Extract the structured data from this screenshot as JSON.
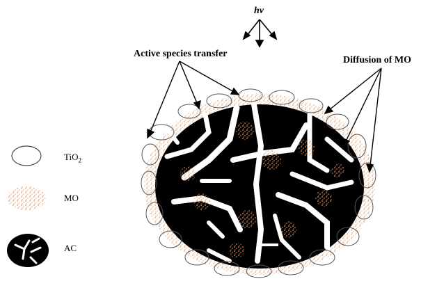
{
  "labels": {
    "light": "hv",
    "active_species": "Active species transfer",
    "diffusion": "Diffusion of MO"
  },
  "legend": {
    "tio2": {
      "text": "TiO",
      "subscript": "2"
    },
    "mo": {
      "text": "MO"
    },
    "ac": {
      "text": "AC"
    }
  },
  "colors": {
    "carbon": "#000000",
    "pore": "#ffffff",
    "mo": "#e8945a",
    "tio2_outline": "#555555",
    "text": "#000000"
  }
}
